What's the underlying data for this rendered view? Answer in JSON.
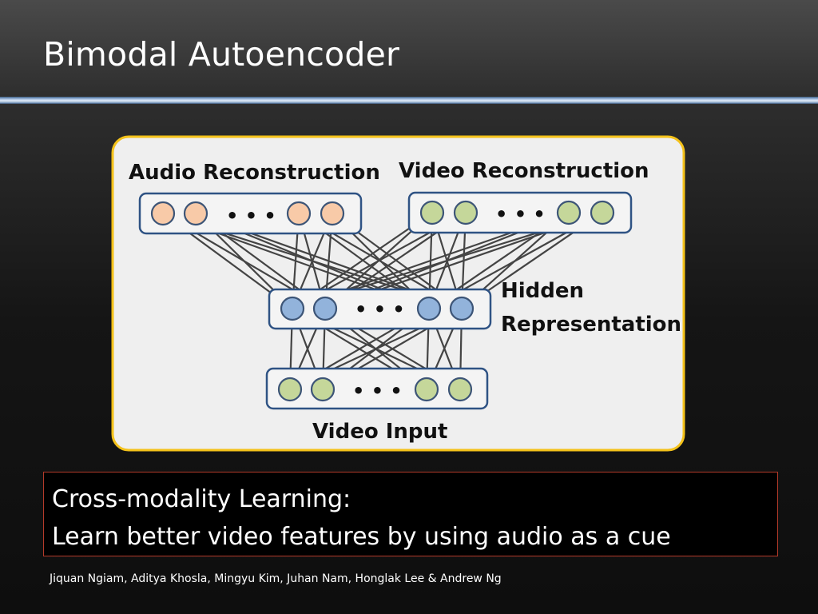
{
  "slide": {
    "title": "Bimodal Autoencoder",
    "authors": "Jiquan Ngiam, Aditya Khosla, Mingyu Kim, Juhan Nam, Honglak Lee & Andrew Ng"
  },
  "diagram": {
    "audio_reconstruction_label": "Audio Reconstruction",
    "video_reconstruction_label": "Video Reconstruction",
    "hidden_label_line1": "Hidden",
    "hidden_label_line2": "Representation",
    "video_input_label": "Video Input",
    "ellipsis": "• • •",
    "colors": {
      "panel_fill": "#efefef",
      "panel_border": "#f4c21a",
      "layer_border": "#2f5384",
      "audio_node": "#f8caa8",
      "video_node": "#c5d79a",
      "hidden_node": "#92b3db",
      "node_stroke": "#3d5577",
      "arrow": "#444444"
    },
    "icons": [
      "arrow-icon",
      "neuron-icon"
    ]
  },
  "callout": {
    "line1": "Cross-modality Learning:",
    "line2": "Learn better video features by using audio as a cue"
  }
}
